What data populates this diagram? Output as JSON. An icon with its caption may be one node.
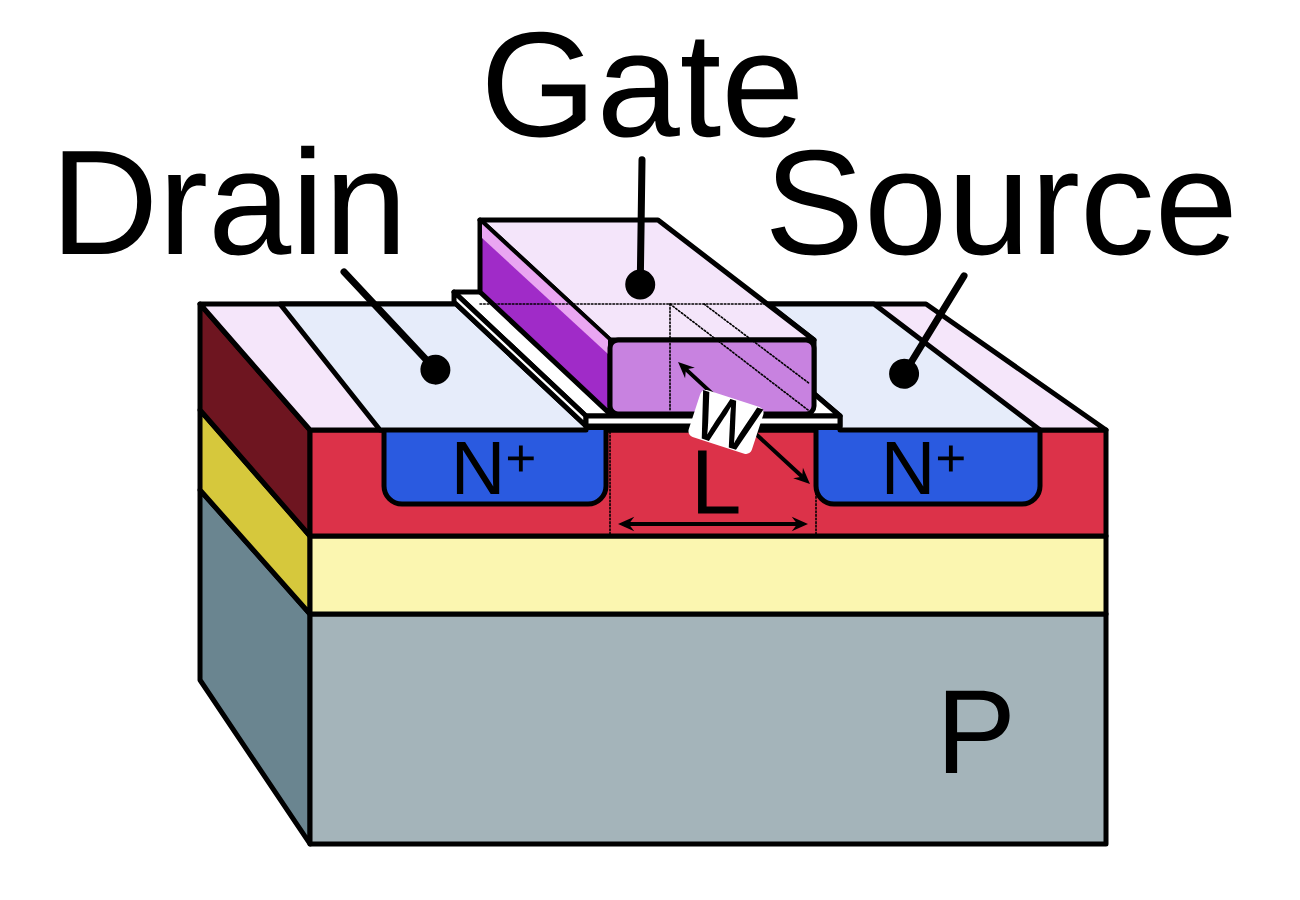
{
  "diagram": {
    "nodes": [
      {
        "text": [
          "Gate"
        ]
      },
      {
        "text": [
          "Drain"
        ]
      },
      {
        "text": [
          "Source"
        ]
      },
      {
        "text": [],
        "shape": "box"
      },
      {
        "text": [],
        "shape": "box"
      },
      {
        "text": [],
        "shape": "box"
      }
    ],
    "edges": [
      {
        "from": 0,
        "to": 4,
        "arrow": "other"
      },
      {
        "from": 1,
        "to": 3,
        "arrow": "other"
      },
      {
        "from": 2,
        "to": 5,
        "arrow": "other"
      }
    ],
    "labels": [
      "N$^{+}$",
      "W",
      "N$^{+}$",
      "L",
      "P"
    ]
  }
}
